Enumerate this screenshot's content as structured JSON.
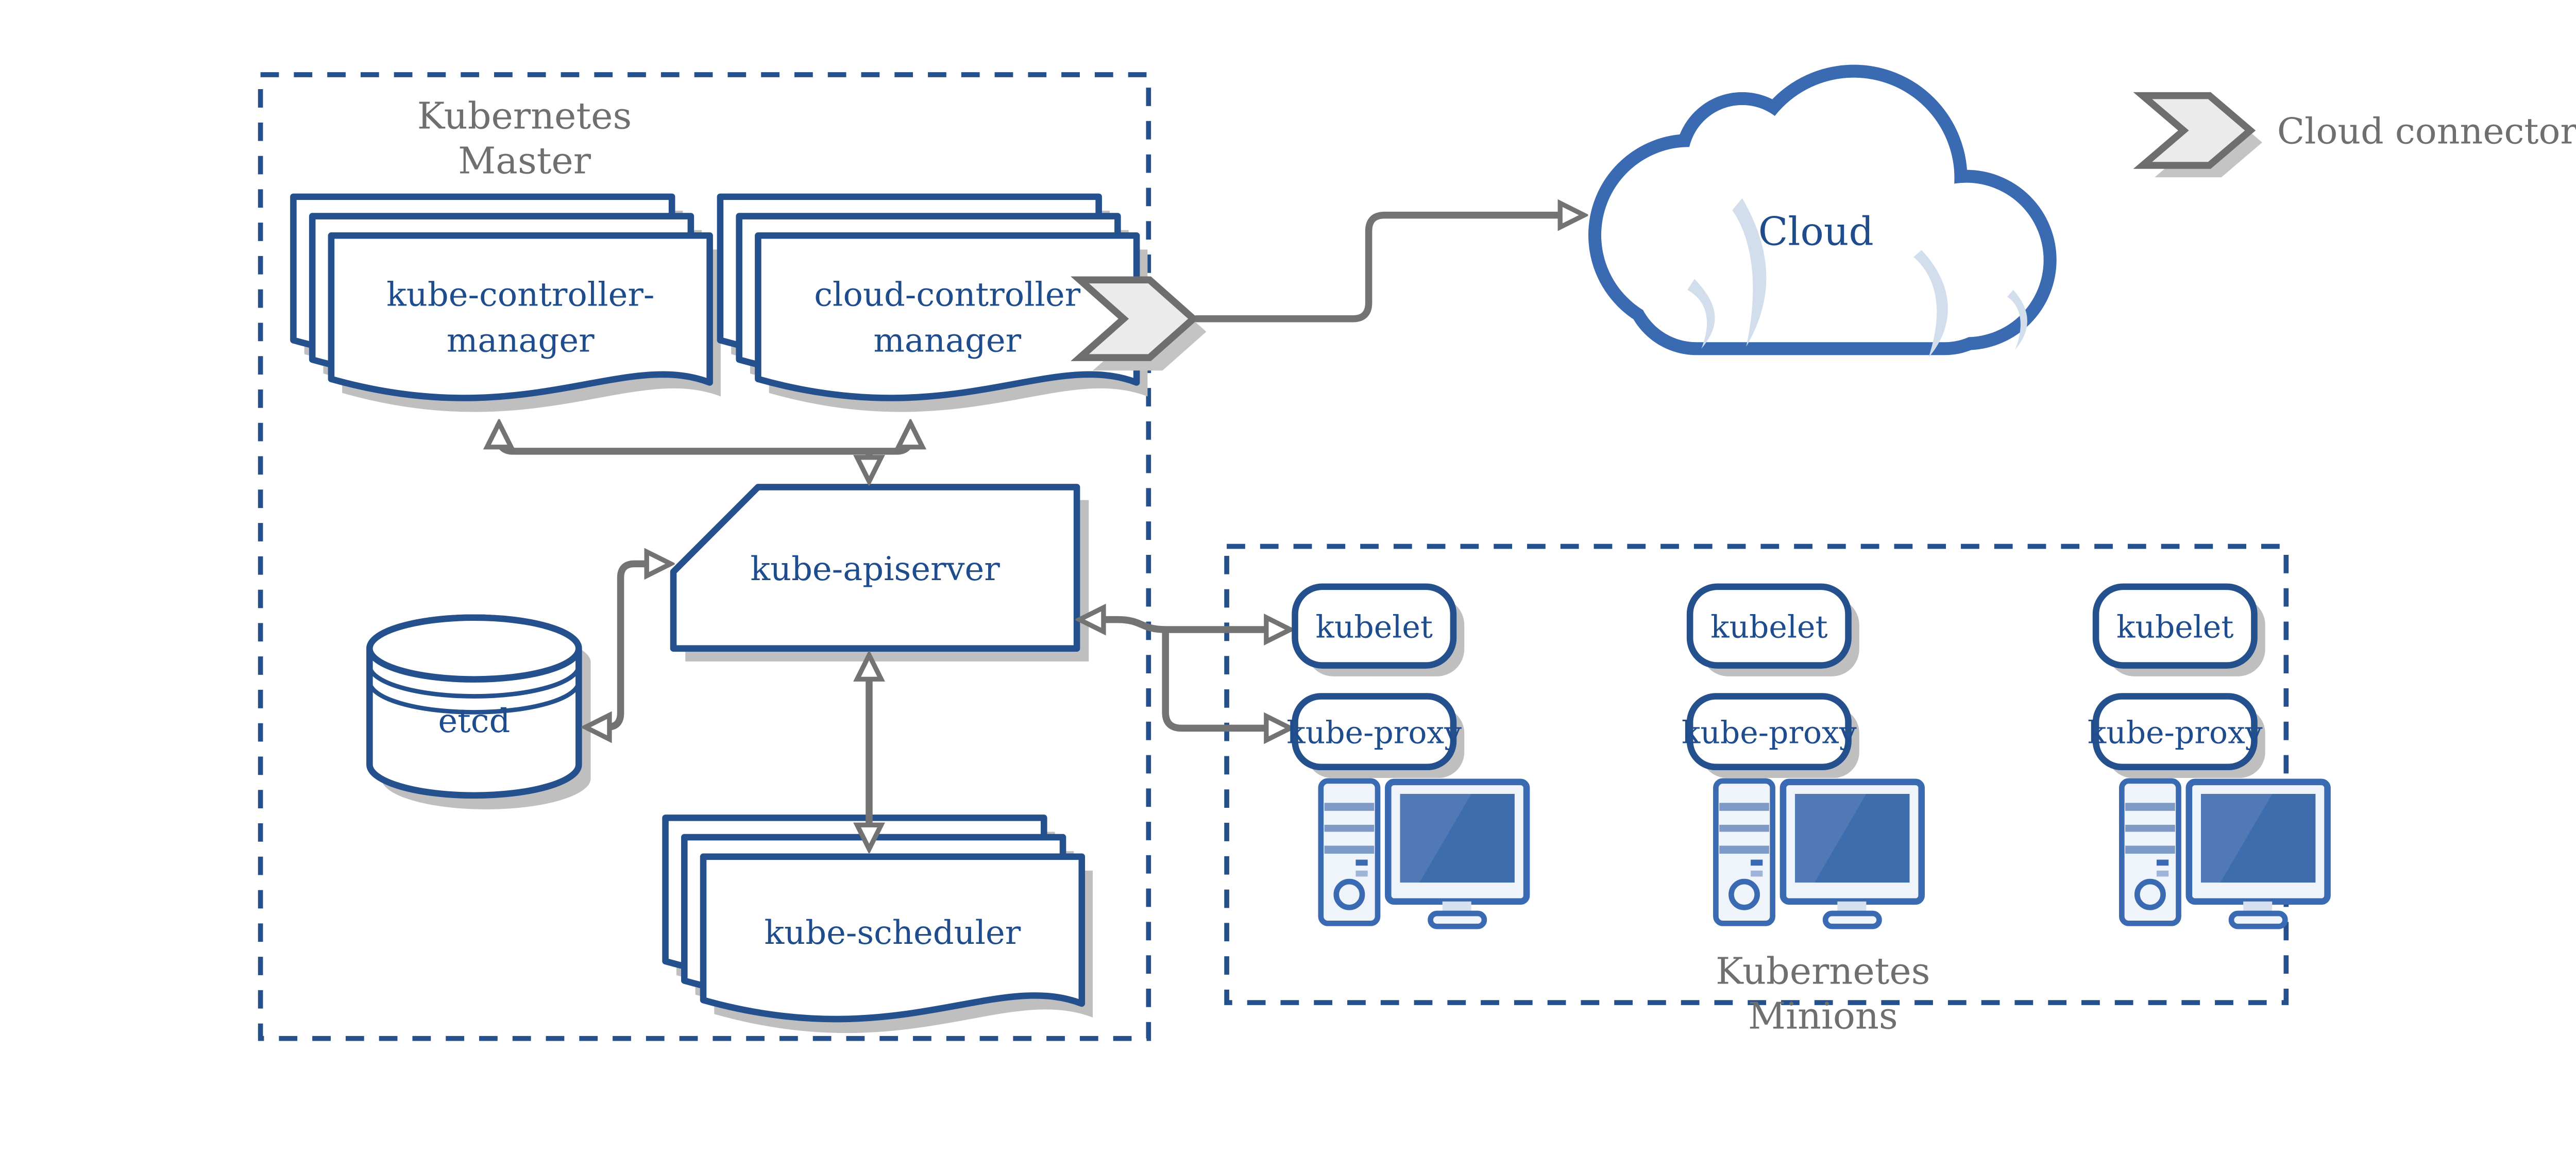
{
  "master": {
    "title_line1": "Kubernetes",
    "title_line2": "Master",
    "kube_controller_manager_line1": "kube-controller-",
    "kube_controller_manager_line2": "manager",
    "cloud_controller_manager_line1": "cloud-controller",
    "cloud_controller_manager_line2": "manager",
    "kube_apiserver": "kube-apiserver",
    "etcd": "etcd",
    "kube_scheduler": "kube-scheduler"
  },
  "cloud": {
    "label": "Cloud"
  },
  "legend": {
    "label": "Cloud connector"
  },
  "minions": {
    "title_line1": "Kubernetes",
    "title_line2": "Minions",
    "nodes": [
      {
        "kubelet": "kubelet",
        "kube_proxy": "kube-proxy"
      },
      {
        "kubelet": "kubelet",
        "kube_proxy": "kube-proxy"
      },
      {
        "kubelet": "kubelet",
        "kube_proxy": "kube-proxy"
      }
    ]
  },
  "colors": {
    "primary_blue": "#24508E",
    "cloud_blue": "#3A6AB1",
    "text_blue": "#1E4C8C",
    "region_text_gray": "#6F6F6F",
    "arrow_gray": "#737373",
    "shadow_gray": "#BFBFBF",
    "chevron_fill": "#EBEBEB",
    "crescent_blue": "#D3DEED"
  }
}
